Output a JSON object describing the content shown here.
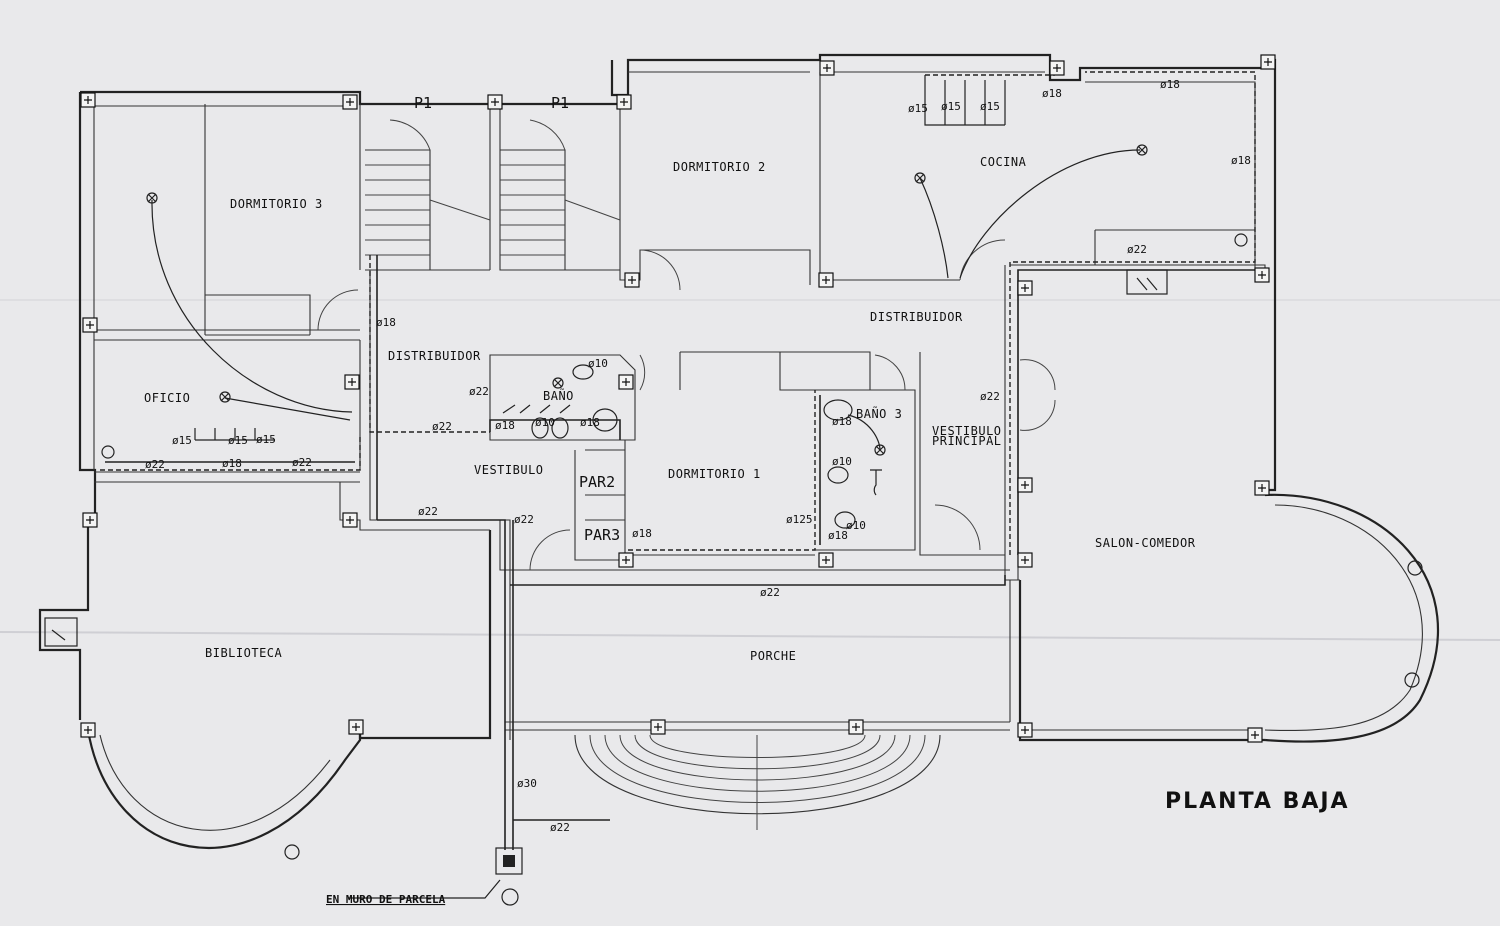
{
  "plan": {
    "title": "PLANTA BAJA",
    "parcel_note": "EN MURO DE PARCELA",
    "rooms": {
      "dormitorio3": "DORMITORIO 3",
      "dormitorio2": "DORMITORIO 2",
      "dormitorio1": "DORMITORIO 1",
      "cocina": "COCINA",
      "distribuidor_top": "DISTRIBUIDOR",
      "distribuidor_left": "DISTRIBUIDOR",
      "oficio": "OFICIO",
      "bano": "BAÑO",
      "bano3": "BAÑO 3",
      "vestibulo": "VESTIBULO",
      "vestibulo_principal_1": "VESTIBULO",
      "vestibulo_principal_2": "PRINCIPAL",
      "salon_comedor": "SALON-COMEDOR",
      "biblioteca": "BIBLIOTECA",
      "porche": "PORCHE",
      "p1_a": "P1",
      "p1_b": "P1",
      "par2": "PAR2",
      "par3": "PAR3"
    },
    "pipes": {
      "d15_a": "ø15",
      "d15_b": "ø15",
      "d15_c": "ø15",
      "d18_kitchen_1": "ø18",
      "d18_kitchen_2": "ø18",
      "d18_kitchen_3": "ø18",
      "d22_kitchen": "ø22",
      "d18_dist": "ø18",
      "d22_oficio_1": "ø22",
      "d22_oficio_2": "ø22",
      "d15_oficio_1": "ø15",
      "d15_oficio_2": "ø15",
      "d15_oficio_3": "ø15",
      "d18_oficio": "ø18",
      "d22_dist_left": "ø22",
      "d22_bano": "ø22",
      "d10_bano_1": "ø10",
      "d18_bano_1": "ø18",
      "d10_bano_2": "ø10",
      "d18_bano_2": "ø18",
      "d22_vest_1": "ø22",
      "d22_vest_2": "ø22",
      "d18_par3": "ø18",
      "d18_b3_1": "ø18",
      "d10_b3_1": "ø10",
      "d125_b3": "ø125",
      "d10_b3_2": "ø10",
      "d18_b3_2": "ø18",
      "d22_vp": "ø22",
      "d22_porch": "ø22",
      "d30": "ø30",
      "d22_bottom": "ø22"
    }
  }
}
